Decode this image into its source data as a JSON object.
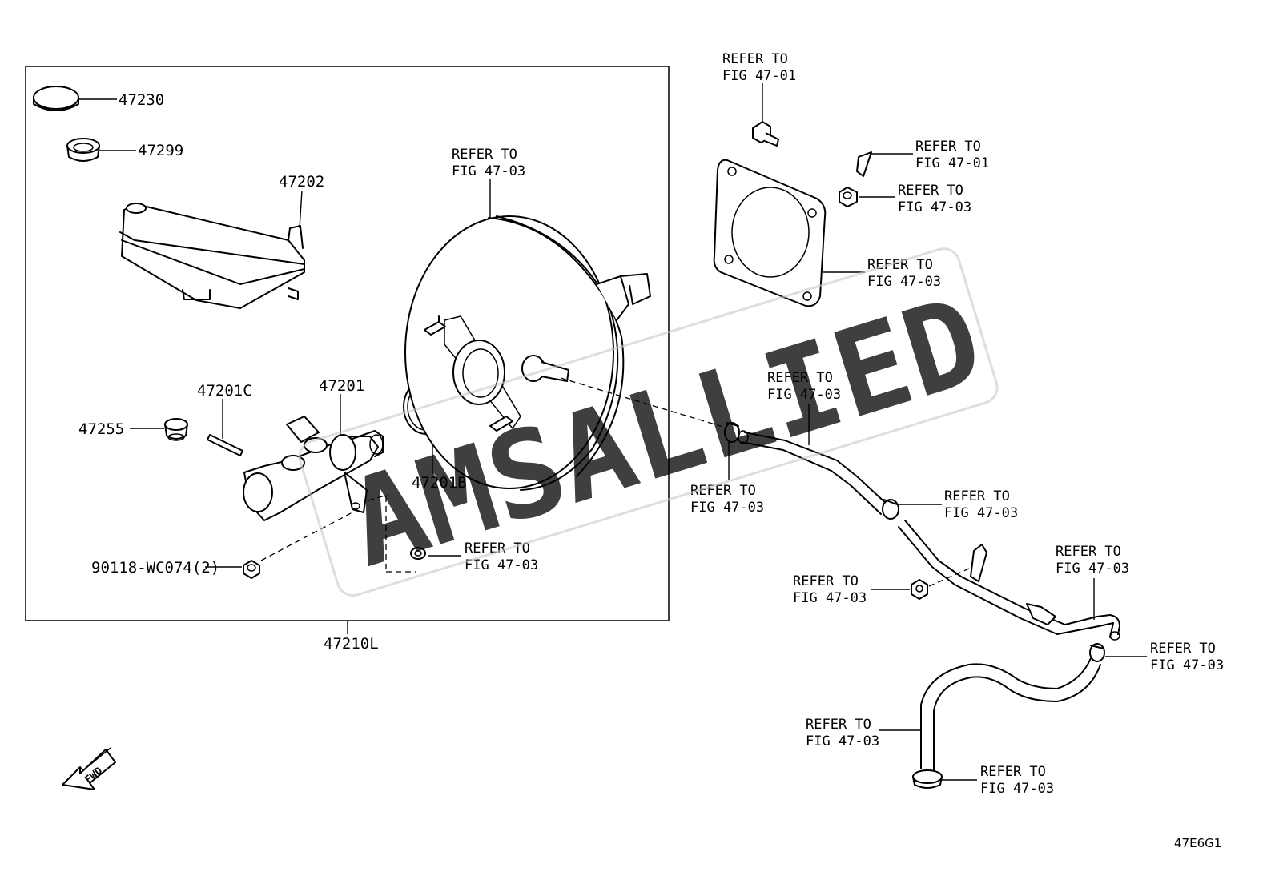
{
  "labels": {
    "p47230": "47230",
    "p47299": "47299",
    "p47202": "47202",
    "p47201C": "47201C",
    "p47201": "47201",
    "p47255": "47255",
    "p47201B": "47201B",
    "p90118": "90118-WC074(2)",
    "p47210L": "47210L"
  },
  "refs": {
    "line1": "REFER TO",
    "fig_47_01": "FIG 47-01",
    "fig_47_03": "FIG 47-03"
  },
  "watermark": "AMSALLIED",
  "fwd": "FWD",
  "diagram_code": "47E6G1"
}
